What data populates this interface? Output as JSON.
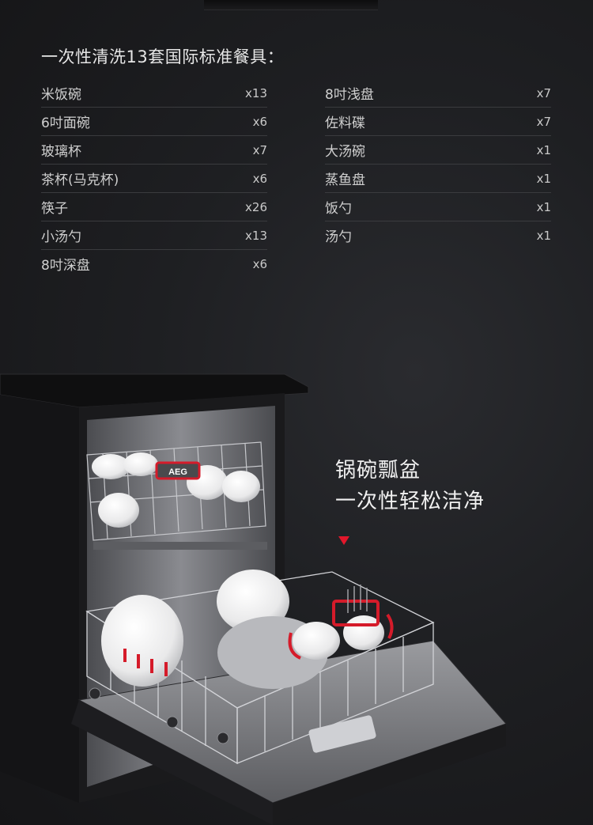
{
  "headline": "一次性清洗13套国际标准餐具：",
  "tableware": {
    "left": [
      {
        "name": "米饭碗",
        "qty": "x13"
      },
      {
        "name": "6吋面碗",
        "qty": "x6"
      },
      {
        "name": "玻璃杯",
        "qty": "x7"
      },
      {
        "name": "茶杯(马克杯)",
        "qty": "x6"
      },
      {
        "name": "筷子",
        "qty": "x26"
      },
      {
        "name": "小汤勺",
        "qty": "x13"
      },
      {
        "name": "8吋深盘",
        "qty": "x6"
      }
    ],
    "right": [
      {
        "name": "8吋浅盘",
        "qty": "x7"
      },
      {
        "name": "佐料碟",
        "qty": "x7"
      },
      {
        "name": "大汤碗",
        "qty": "x1"
      },
      {
        "name": "蒸鱼盘",
        "qty": "x1"
      },
      {
        "name": "饭勺",
        "qty": "x1"
      },
      {
        "name": "汤勺",
        "qty": "x1"
      }
    ]
  },
  "tagline": {
    "line1": "锅碗瓢盆",
    "line2": "一次性轻松洁净"
  },
  "brand": {
    "logo": "AEG"
  },
  "colors": {
    "accent": "#e2172b",
    "background": "#1e1f22",
    "divider": "#3a3b3e"
  },
  "icons": {
    "indicator": "down-triangle-icon"
  }
}
